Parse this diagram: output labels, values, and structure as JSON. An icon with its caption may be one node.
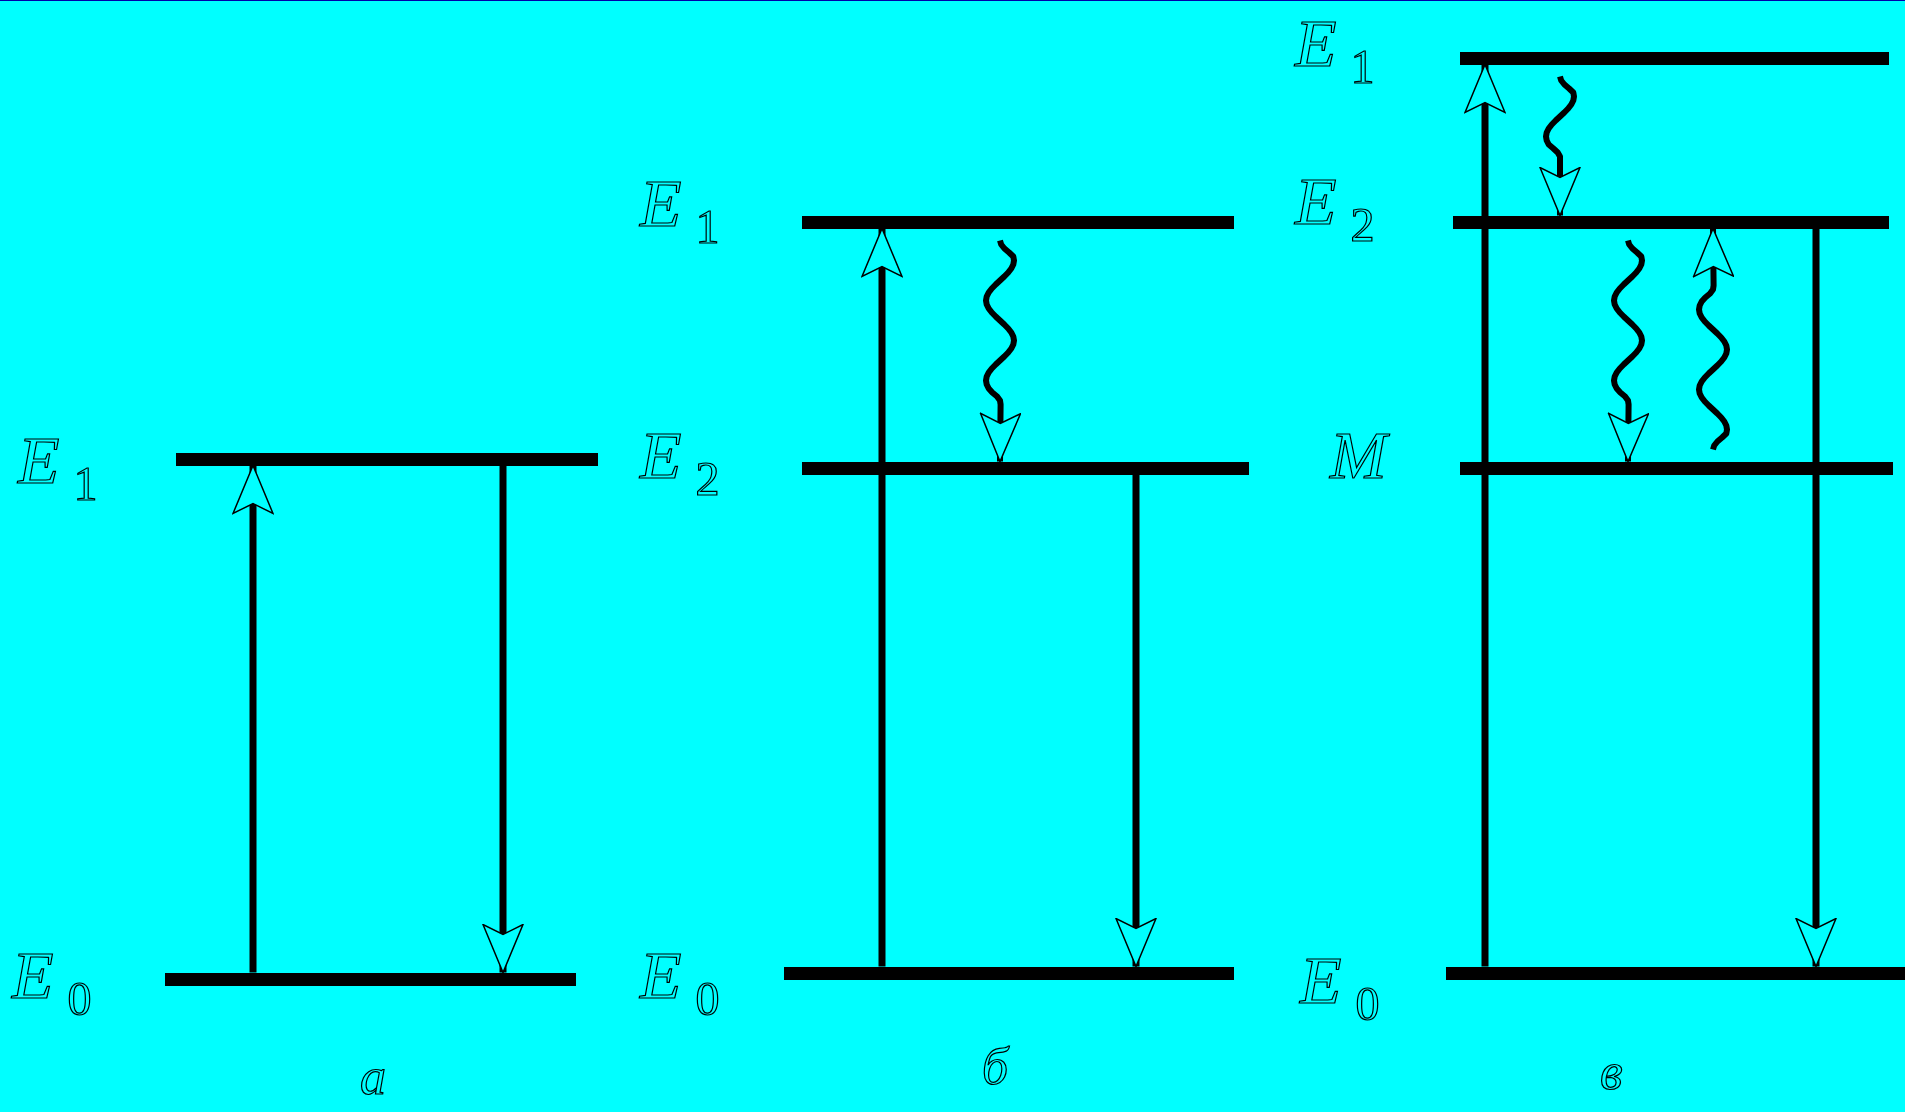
{
  "diagram": {
    "nodes": [
      {
        "text": [
          "E$_{1}$"
        ]
      },
      {
        "text": [
          "E$_{0}$"
        ]
      },
      {
        "text": [
          "E$_{1}$"
        ]
      },
      {
        "text": [
          "E$_{2}$"
        ]
      },
      {
        "text": [
          "E$_{0}$"
        ]
      },
      {
        "text": [
          "E$_{1}$"
        ]
      },
      {
        "text": [
          "E$_{2}$"
        ]
      },
      {
        "text": [
          "M"
        ]
      },
      {
        "text": [
          "E$_{0}$"
        ]
      }
    ],
    "edges": [
      {
        "from": 1,
        "to": 0,
        "arrow": "to"
      },
      {
        "from": 0,
        "to": 1,
        "arrow": "to"
      },
      {
        "from": 4,
        "to": 2,
        "arrow": "to"
      },
      {
        "from": 2,
        "to": 3,
        "arrow": "to"
      },
      {
        "from": 3,
        "to": 4,
        "arrow": "to"
      },
      {
        "from": 8,
        "to": 5,
        "arrow": "to"
      },
      {
        "from": 5,
        "to": 6,
        "arrow": "to"
      },
      {
        "from": 6,
        "to": 7,
        "arrow": "to"
      },
      {
        "from": 7,
        "to": 6,
        "arrow": "to"
      },
      {
        "from": 6,
        "to": 8,
        "arrow": "to"
      }
    ],
    "labels": [
      "а",
      "б",
      "в"
    ]
  }
}
